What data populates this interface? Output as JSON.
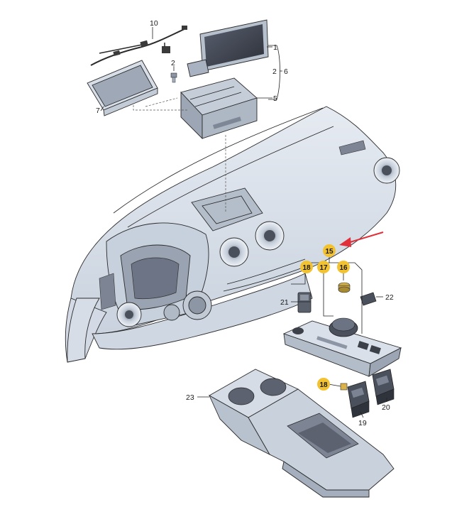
{
  "diagram": {
    "labels": {
      "p1": "1",
      "p2a": "2",
      "p2b": "2",
      "p5": "5",
      "p6": "6",
      "p7": "7",
      "p10": "10",
      "p15": "15",
      "p16": "16",
      "p17": "17",
      "p18a": "18",
      "p18b": "18",
      "p19": "19",
      "p20": "20",
      "p21": "21",
      "p22": "22",
      "p23": "23"
    },
    "colors": {
      "badge": "#f2c230",
      "part_fill": "#dde4ee",
      "part_shade": "#b9c3d1",
      "dark": "#3c4048",
      "arrow": "#e0303a"
    }
  }
}
